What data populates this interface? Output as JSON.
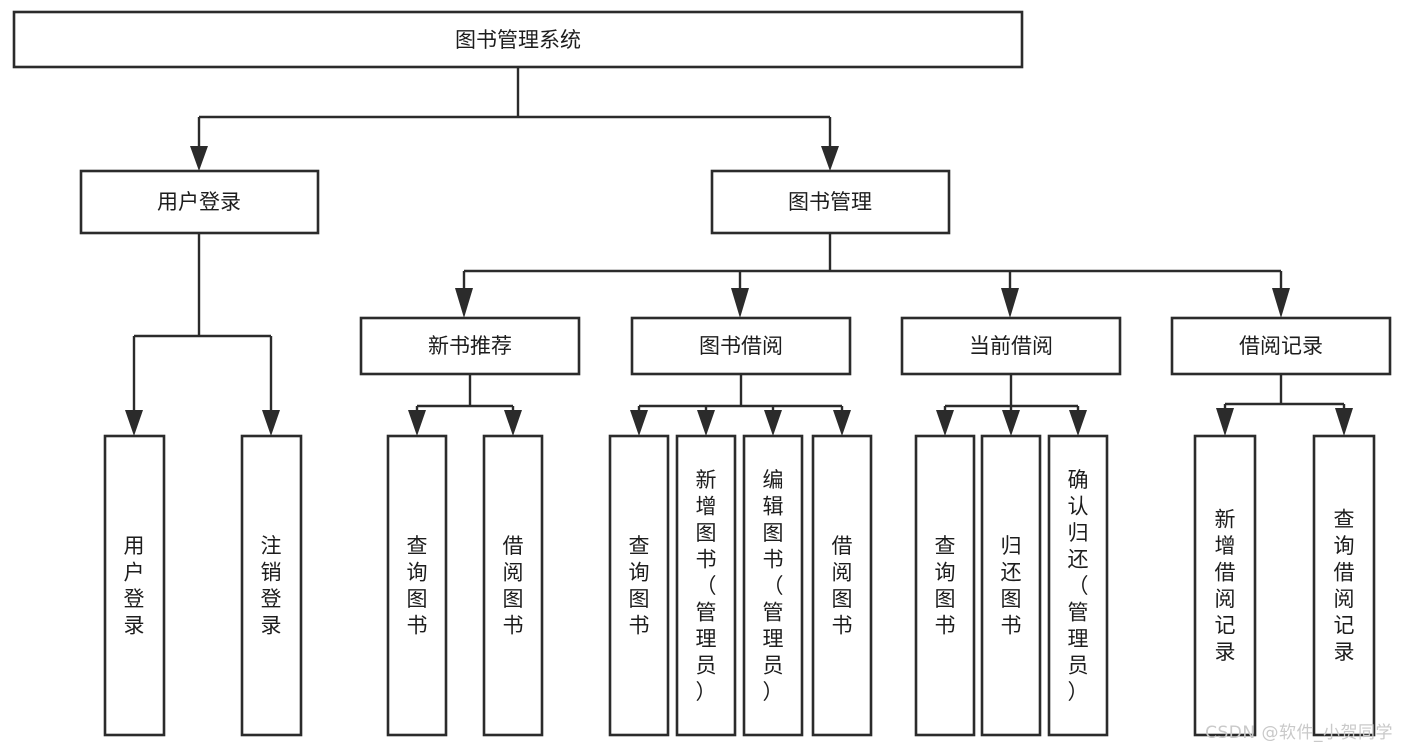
{
  "diagram": {
    "title": "图书管理系统",
    "kind": "功能结构图",
    "colors": {
      "stroke": "#2b2b2b",
      "fill": "#ffffff",
      "text": "#1d1d1d",
      "background": "#ffffff",
      "watermark": "#c9c9c9"
    },
    "nodes": {
      "root": {
        "label": "图书管理系统",
        "orientation": "horizontal"
      },
      "level2": [
        {
          "id": "user-login",
          "label": "用户登录",
          "orientation": "horizontal"
        },
        {
          "id": "book-manage",
          "label": "图书管理",
          "orientation": "horizontal"
        }
      ],
      "level3": [
        {
          "id": "new-book-recommend",
          "label": "新书推荐",
          "orientation": "horizontal"
        },
        {
          "id": "book-borrow",
          "label": "图书借阅",
          "orientation": "horizontal"
        },
        {
          "id": "current-borrow",
          "label": "当前借阅",
          "orientation": "horizontal"
        },
        {
          "id": "borrow-record",
          "label": "借阅记录",
          "orientation": "horizontal"
        }
      ],
      "leaves": [
        {
          "id": "leaf-user-login",
          "parent": "user-login",
          "label": "用户登录",
          "orientation": "vertical"
        },
        {
          "id": "leaf-logout-login",
          "parent": "user-login",
          "label": "注销登录",
          "orientation": "vertical"
        },
        {
          "id": "leaf-query-book-1",
          "parent": "new-book-recommend",
          "label": "查询图书",
          "orientation": "vertical"
        },
        {
          "id": "leaf-borrow-book-1",
          "parent": "new-book-recommend",
          "label": "借阅图书",
          "orientation": "vertical"
        },
        {
          "id": "leaf-query-book-2",
          "parent": "book-borrow",
          "label": "查询图书",
          "orientation": "vertical"
        },
        {
          "id": "leaf-add-book",
          "parent": "book-borrow",
          "label": "新增图书（管理员）",
          "orientation": "vertical"
        },
        {
          "id": "leaf-edit-book",
          "parent": "book-borrow",
          "label": "编辑图书（管理员）",
          "orientation": "vertical"
        },
        {
          "id": "leaf-borrow-book-2",
          "parent": "book-borrow",
          "label": "借阅图书",
          "orientation": "vertical"
        },
        {
          "id": "leaf-query-book-3",
          "parent": "current-borrow",
          "label": "查询图书",
          "orientation": "vertical"
        },
        {
          "id": "leaf-return-book",
          "parent": "current-borrow",
          "label": "归还图书",
          "orientation": "vertical"
        },
        {
          "id": "leaf-confirm-return",
          "parent": "current-borrow",
          "label": "确认归还（管理员）",
          "orientation": "vertical"
        },
        {
          "id": "leaf-add-record",
          "parent": "borrow-record",
          "label": "新增借阅记录",
          "orientation": "vertical"
        },
        {
          "id": "leaf-query-record",
          "parent": "borrow-record",
          "label": "查询借阅记录",
          "orientation": "vertical"
        }
      ]
    },
    "watermark": "CSDN @软件_小贺同学"
  }
}
